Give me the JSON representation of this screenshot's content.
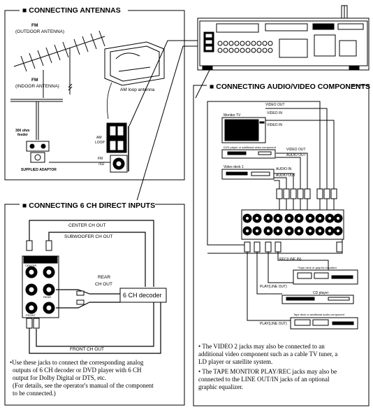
{
  "sections": {
    "antennas": {
      "title": "■ CONNECTING ANTENNAS",
      "fm_outdoor_title": "FM",
      "fm_outdoor_sub": "(OUTDOOR ANTENNA)",
      "fm_indoor_title": "FM",
      "fm_indoor_sub": "(INDOOR ANTENNA)",
      "am_loop": "AM loop antenna",
      "feeder": "300 ohm\nfeeder",
      "feeder_l1": "300 ohm",
      "feeder_l2": "feeder",
      "adaptor": "SUPPLIED ADAPTOR",
      "am_loop_jack_l1": "AM",
      "am_loop_jack_l2": "LOOP",
      "fm_jack_l1": "FM",
      "fm_jack_l2": "75Ω"
    },
    "six_ch": {
      "title": "■ CONNECTING 6 CH DIRECT INPUTS",
      "center_ch_out": "CENTER CH OUT",
      "subwoofer_ch_out": "SUBWOOFER CH OUT",
      "rear_ch_out_l1": "REAR",
      "rear_ch_out_l2": "CH OUT",
      "decoder": "6 CH decoder",
      "front_ch_out": "FRONT CH OUT",
      "jack_center": "CENTER",
      "jack_sub": "SUB\nWOOFER",
      "jack_front": "FRONT",
      "jack_rear": "REAR",
      "note_lines": [
        "•Use these jacks to connect the corresponding analog",
        "outputs of 6 CH decoder or DVD player with 6 CH",
        "output for Dolby Digital or DTS, etc.",
        "(For details, see the operator's manual of the component",
        "to be connected.)"
      ]
    },
    "av": {
      "title": "■ CONNECTING AUDIO/VIDEO COMPONENTS",
      "video_out_top": "VIDEO OUT",
      "video_in_1": "VIDEO IN",
      "monitor_tv": "Monitor TV",
      "video_in_2": "VIDEO IN",
      "dvd_player": "DVD player or additional video component",
      "video_out_2": "VIDEO OUT",
      "audio_out_2": "AUDIO OUT",
      "video_deck": "Video deck 1",
      "audio_in": "AUDIO IN",
      "audio_out_3": "AUDIO OUT",
      "rec_line_in": "REC(LINE IN)",
      "tape_deck": "*Tape deck or graphic equalizer",
      "play_line_out_1": "PLAY(LINE OUT)",
      "cd_player": "CD player",
      "tape_deck_2": "Tape deck or additional audio component",
      "play_line_out_2": "PLAY(LINE OUT)",
      "note_lines": [
        "• The VIDEO 2 jacks may also be connected to an",
        "  additional video component such as a cable TV tuner, a",
        "  LD player or satellite system.",
        "• The TAPE MONITOR PLAY/REC jacks may also be",
        "  connected to the LINE OUT/IN jacks of an optional",
        "  graphic equalizer."
      ]
    }
  }
}
